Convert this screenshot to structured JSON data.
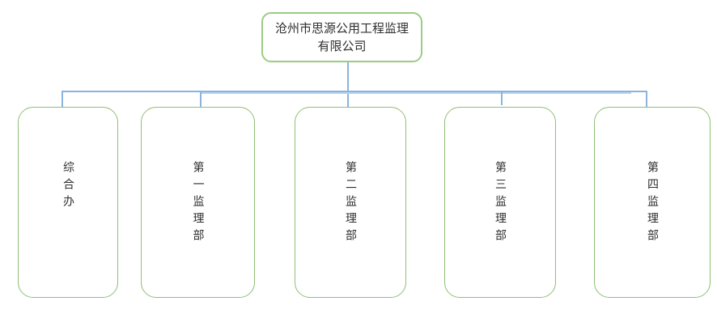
{
  "org_chart": {
    "root": {
      "name": "沧州市思源公用工程监理有限公司",
      "name_lines": [
        "沧州市思源公用工程监理",
        "有限公司"
      ]
    },
    "departments": [
      {
        "label": "综合办"
      },
      {
        "label": "第一监理部"
      },
      {
        "label": "第二监理部"
      },
      {
        "label": "第三监理部"
      },
      {
        "label": "第四监理部"
      }
    ],
    "colors": {
      "node_border_green": "#8fbf75",
      "root_border_green": "#9ccb83",
      "connector_blue": "#8ab4e0",
      "connector_light_blue": "#b7d4ef",
      "text": "#2f2f2f",
      "background": "#ffffff"
    }
  }
}
